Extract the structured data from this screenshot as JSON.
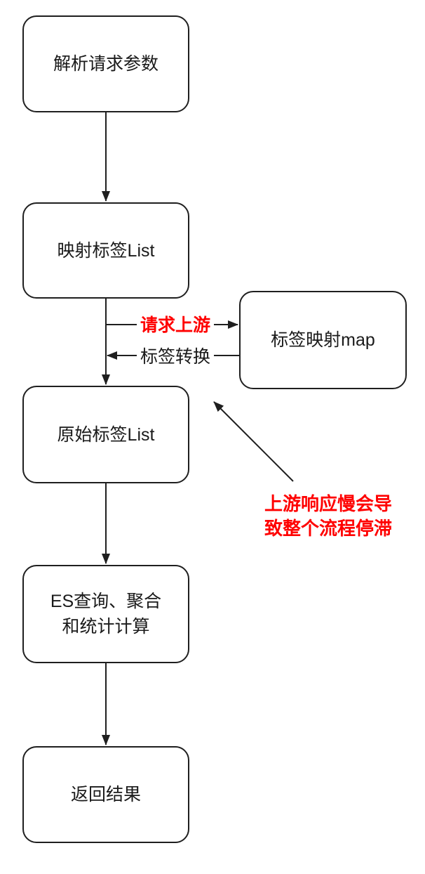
{
  "diagram": {
    "type": "flowchart",
    "background_color": "#ffffff",
    "stroke_color": "#1f1f1f",
    "text_color": "#1a1a1a",
    "accent_red": "#ff0000",
    "nodes": [
      {
        "name": "parse-request-params",
        "label": "解析请求参数"
      },
      {
        "name": "mapped-tag-list",
        "label": "映射标签List"
      },
      {
        "name": "tag-mapping-map",
        "label": "标签映射map"
      },
      {
        "name": "raw-tag-list",
        "label": "原始标签List"
      },
      {
        "name": "es-query-aggregate-stats",
        "label": "ES查询、聚合\n和统计计算"
      },
      {
        "name": "return-result",
        "label": "返回结果"
      }
    ],
    "edge_labels": {
      "request_upstream": "请求上游",
      "tag_convert": "标签转换"
    },
    "annotation": "上游响应慢会导\n致整个流程停滞"
  }
}
